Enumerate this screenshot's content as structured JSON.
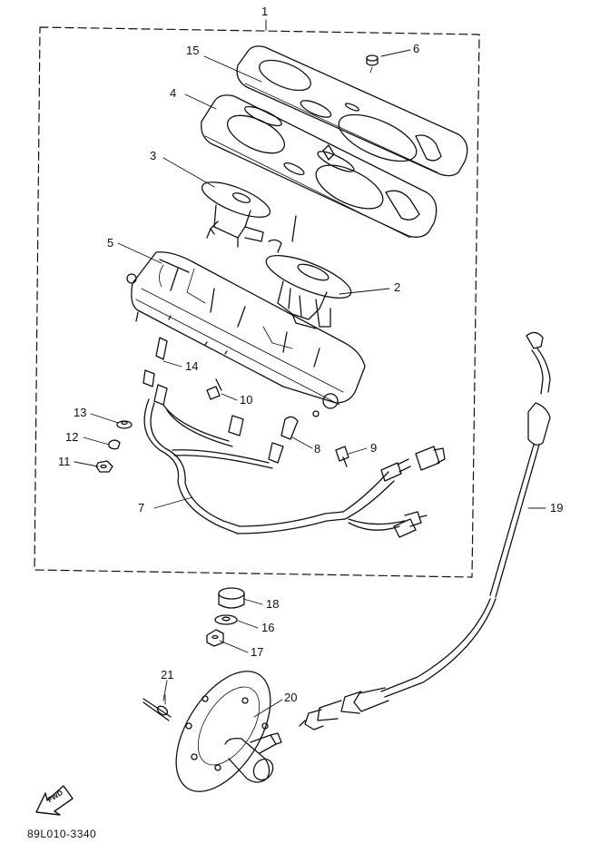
{
  "diagram": {
    "labels": {
      "p1": "1",
      "p2": "2",
      "p3": "3",
      "p4": "4",
      "p5": "5",
      "p6": "6",
      "p7": "7",
      "p8": "8",
      "p9": "9",
      "p10": "10",
      "p11": "11",
      "p12": "12",
      "p13": "13",
      "p14": "14",
      "p15": "15",
      "p16": "16",
      "p17": "17",
      "p18": "18",
      "p19": "19",
      "p20": "20",
      "p21": "21"
    },
    "fwd_text": "FWD",
    "drawing_code": "89L010-3340"
  }
}
